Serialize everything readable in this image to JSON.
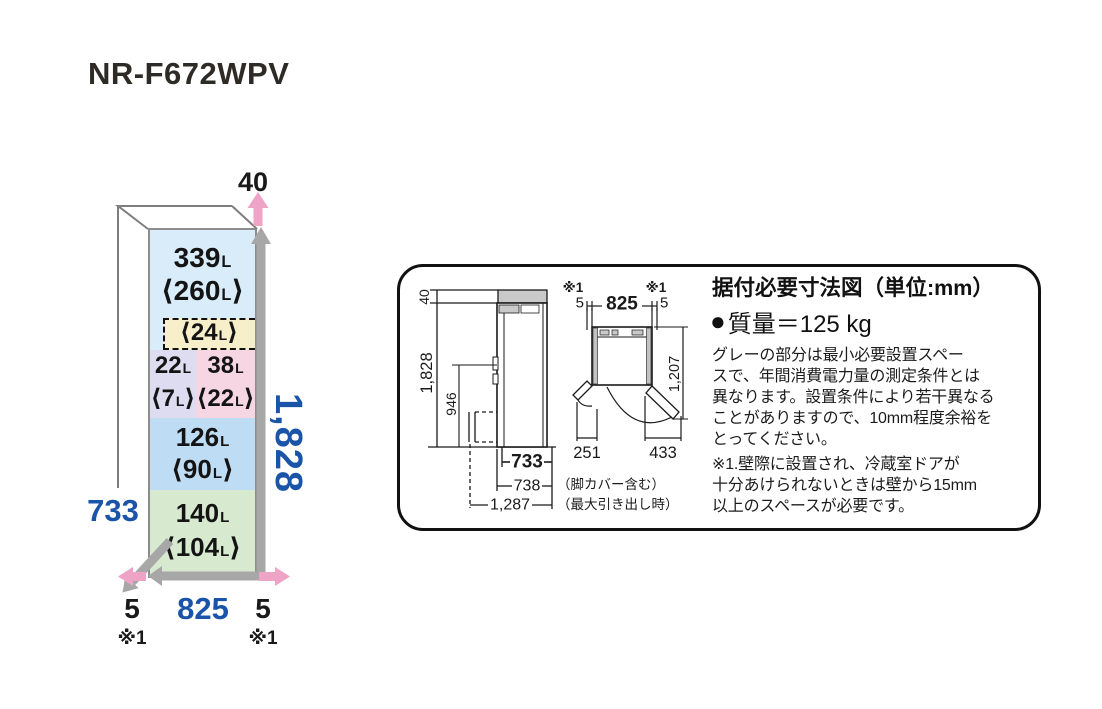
{
  "model": "NR-F672WPV",
  "colors": {
    "dimension_blue": "#1a54a8",
    "arrow_pink": "#efa3c6",
    "arrow_gray": "#a7a7a7",
    "section_fridge_blue": "#d8ecf9",
    "section_chilled_cream": "#f7eeca",
    "section_ice_lavender": "#dedcf0",
    "section_small_freezer_pink": "#f5d6e2",
    "section_freezer_blue": "#bedcf4",
    "section_vegetable_green": "#d7eacf"
  },
  "fridge": {
    "units": {
      "liter": "L",
      "bracket_open": "⟨",
      "bracket_close": "⟩"
    },
    "sections": {
      "main": {
        "num": "339",
        "sub": "260"
      },
      "chilled": {
        "sub": "24"
      },
      "ice": {
        "num": "22",
        "sub": "7"
      },
      "small_freezer": {
        "num": "38",
        "sub": "22"
      },
      "freezer": {
        "num": "126",
        "sub": "90"
      },
      "vegetable": {
        "num": "140",
        "sub": "104"
      }
    },
    "dims": {
      "top_clearance": "40",
      "height": "1,828",
      "depth": "733",
      "width": "825",
      "gap_left": "5",
      "gap_right": "5",
      "gap_left_note": "※1",
      "gap_right_note": "※1"
    }
  },
  "panel": {
    "title": "据付必要寸法図（単位:mm）",
    "weight_bullet": "●",
    "weight_text": "質量＝125 kg",
    "description_lines": [
      "グレーの部分は最小必要設置スペー",
      "スで、年間消費電力量の測定条件とは",
      "異なります。設置条件により若干異なる",
      "ことがありますので、10mm程度余裕を",
      "とってください。"
    ],
    "note_lines": [
      "※1.壁際に設置され、冷蔵室ドアが",
      "十分あけられないときは壁から15mm",
      "以上のスペースが必要です。"
    ],
    "side_view": {
      "top_clearance": "40",
      "height": "1,828",
      "handle_height": "946",
      "depth": "733",
      "depth_with_cover": "738",
      "depth_with_cover_note": "（脚カバー含む）",
      "depth_max_drawer": "1,287",
      "depth_max_drawer_note": "（最大引き出し時）"
    },
    "top_view": {
      "wall_note_left": "※1",
      "wall_note_right": "※1",
      "gap_left": "5",
      "width": "825",
      "gap_right": "5",
      "open_depth": "1,207",
      "left_door": "251",
      "right_door": "433"
    }
  }
}
